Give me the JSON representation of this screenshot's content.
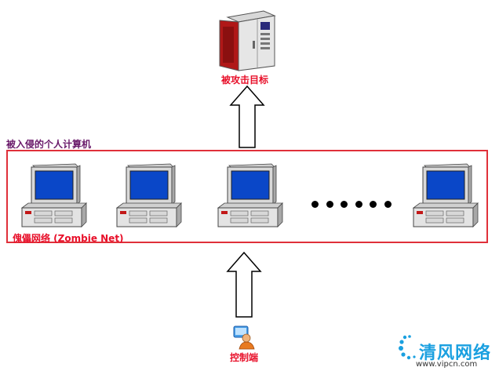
{
  "target": {
    "label": "被攻击目标",
    "icon": "server-icon"
  },
  "botnet_group": {
    "title": "被入侵的个人计算机",
    "caption": "傀儡网络 (Zombie Net)"
  },
  "computers": [
    {
      "icon": "desktop-computer-icon"
    },
    {
      "icon": "desktop-computer-icon"
    },
    {
      "icon": "desktop-computer-icon"
    },
    {
      "icon": "desktop-computer-icon"
    }
  ],
  "ellipsis_dots": 6,
  "controller": {
    "label": "控制端",
    "icon": "user-computer-icon"
  },
  "watermark": {
    "name": "清风网络",
    "url": "www.vipcn.com"
  },
  "colors": {
    "label_red": "#e8102a",
    "group_title": "#6a1a6a",
    "frame": "#e0303a",
    "screen": "#0a47c8",
    "watermark": "#1aa0e0"
  }
}
